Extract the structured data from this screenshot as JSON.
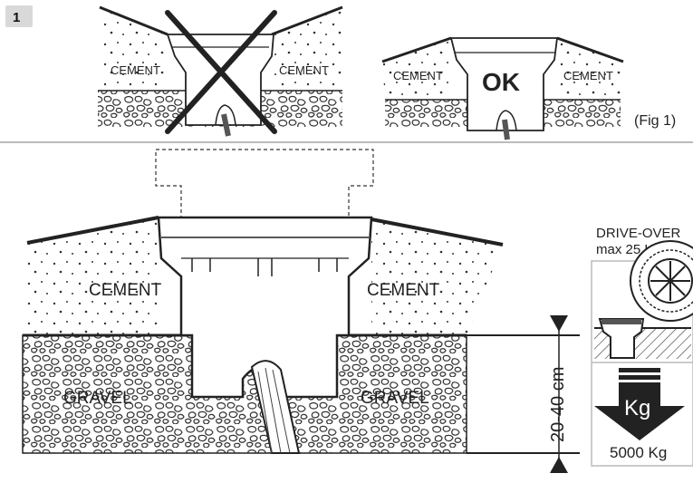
{
  "step_number": "1",
  "fig_caption": "(Fig 1)",
  "wrong_example": {
    "left_label": "CEMENT",
    "right_label": "CEMENT"
  },
  "right_example": {
    "left_label": "CEMENT",
    "right_label": "CEMENT",
    "ok_label": "OK"
  },
  "main": {
    "cement_left": "CEMENT",
    "cement_right": "CEMENT",
    "gravel_left": "GRAVEL",
    "gravel_right": "GRAVEL",
    "depth_label": "20-40 cm"
  },
  "drive_over": {
    "title_line1": "DRIVE-OVER",
    "title_line2": "max 25 Km/h",
    "unit": "Kg",
    "load": "5000 Kg"
  },
  "icons": [
    "cross-out-icon",
    "wheel-icon",
    "down-arrow-icon",
    "depth-arrow-icon"
  ]
}
